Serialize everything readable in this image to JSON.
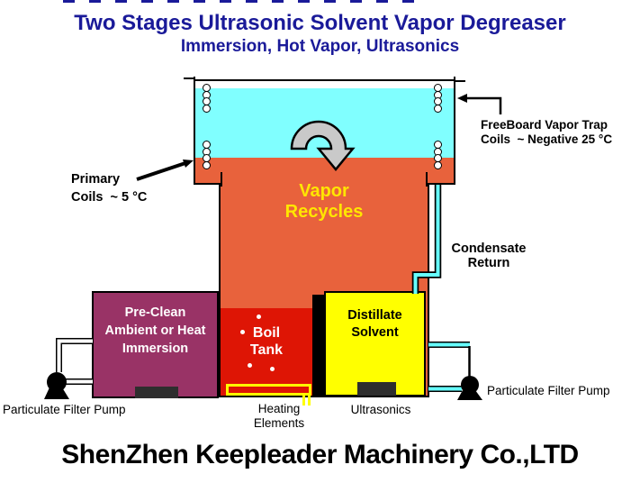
{
  "title": {
    "text": "Two Stages Ultrasonic Solvent Vapor Degreaser"
  },
  "subtitle": {
    "text": "Immersion, Hot Vapor, Ultrasonics"
  },
  "tank": {
    "vapor_line1": "Vapor",
    "vapor_line2": "Recycles",
    "preclean_line1": "Pre-Clean",
    "preclean_line2": "Ambient or Heat",
    "preclean_line3": "Immersion",
    "boil_line1": "Boil",
    "boil_line2": "Tank",
    "distillate_line1": "Distillate",
    "distillate_line2": "Solvent"
  },
  "labels": {
    "primary_line1": "Primary",
    "primary_line2": "Coils  ~ 5 °C",
    "freeboard_line1": "FreeBoard Vapor Trap",
    "freeboard_line2": "Coils  ~ Negative 25 °C",
    "condensate_line1": "Condensate",
    "condensate_line2": "Return",
    "pump_left": "Particulate Filter Pump",
    "pump_right": "Particulate Filter Pump",
    "heating_line1": "Heating",
    "heating_line2": "Elements",
    "ultrasonics": "Ultrasonics"
  },
  "footer": {
    "company": "ShenZhen Keepleader Machinery Co.,LTD"
  },
  "colors": {
    "title_blue": "#1A1A99",
    "freeboard_cyan": "#80FFFF",
    "vapor_orange": "#E8623C",
    "preclean_purple": "#993366",
    "boil_red": "#DE1505",
    "distillate_yellow": "#FFFF00",
    "vapor_text_yellow": "#FFE600",
    "tube_cyan": "#66FFFF",
    "recycle_arrow_gray": "#C9C9C9"
  },
  "icons": {
    "recycle_arrow": "recycle-arrow-icon",
    "pump": "pump-icon",
    "coil": "coil-circles-icon"
  }
}
